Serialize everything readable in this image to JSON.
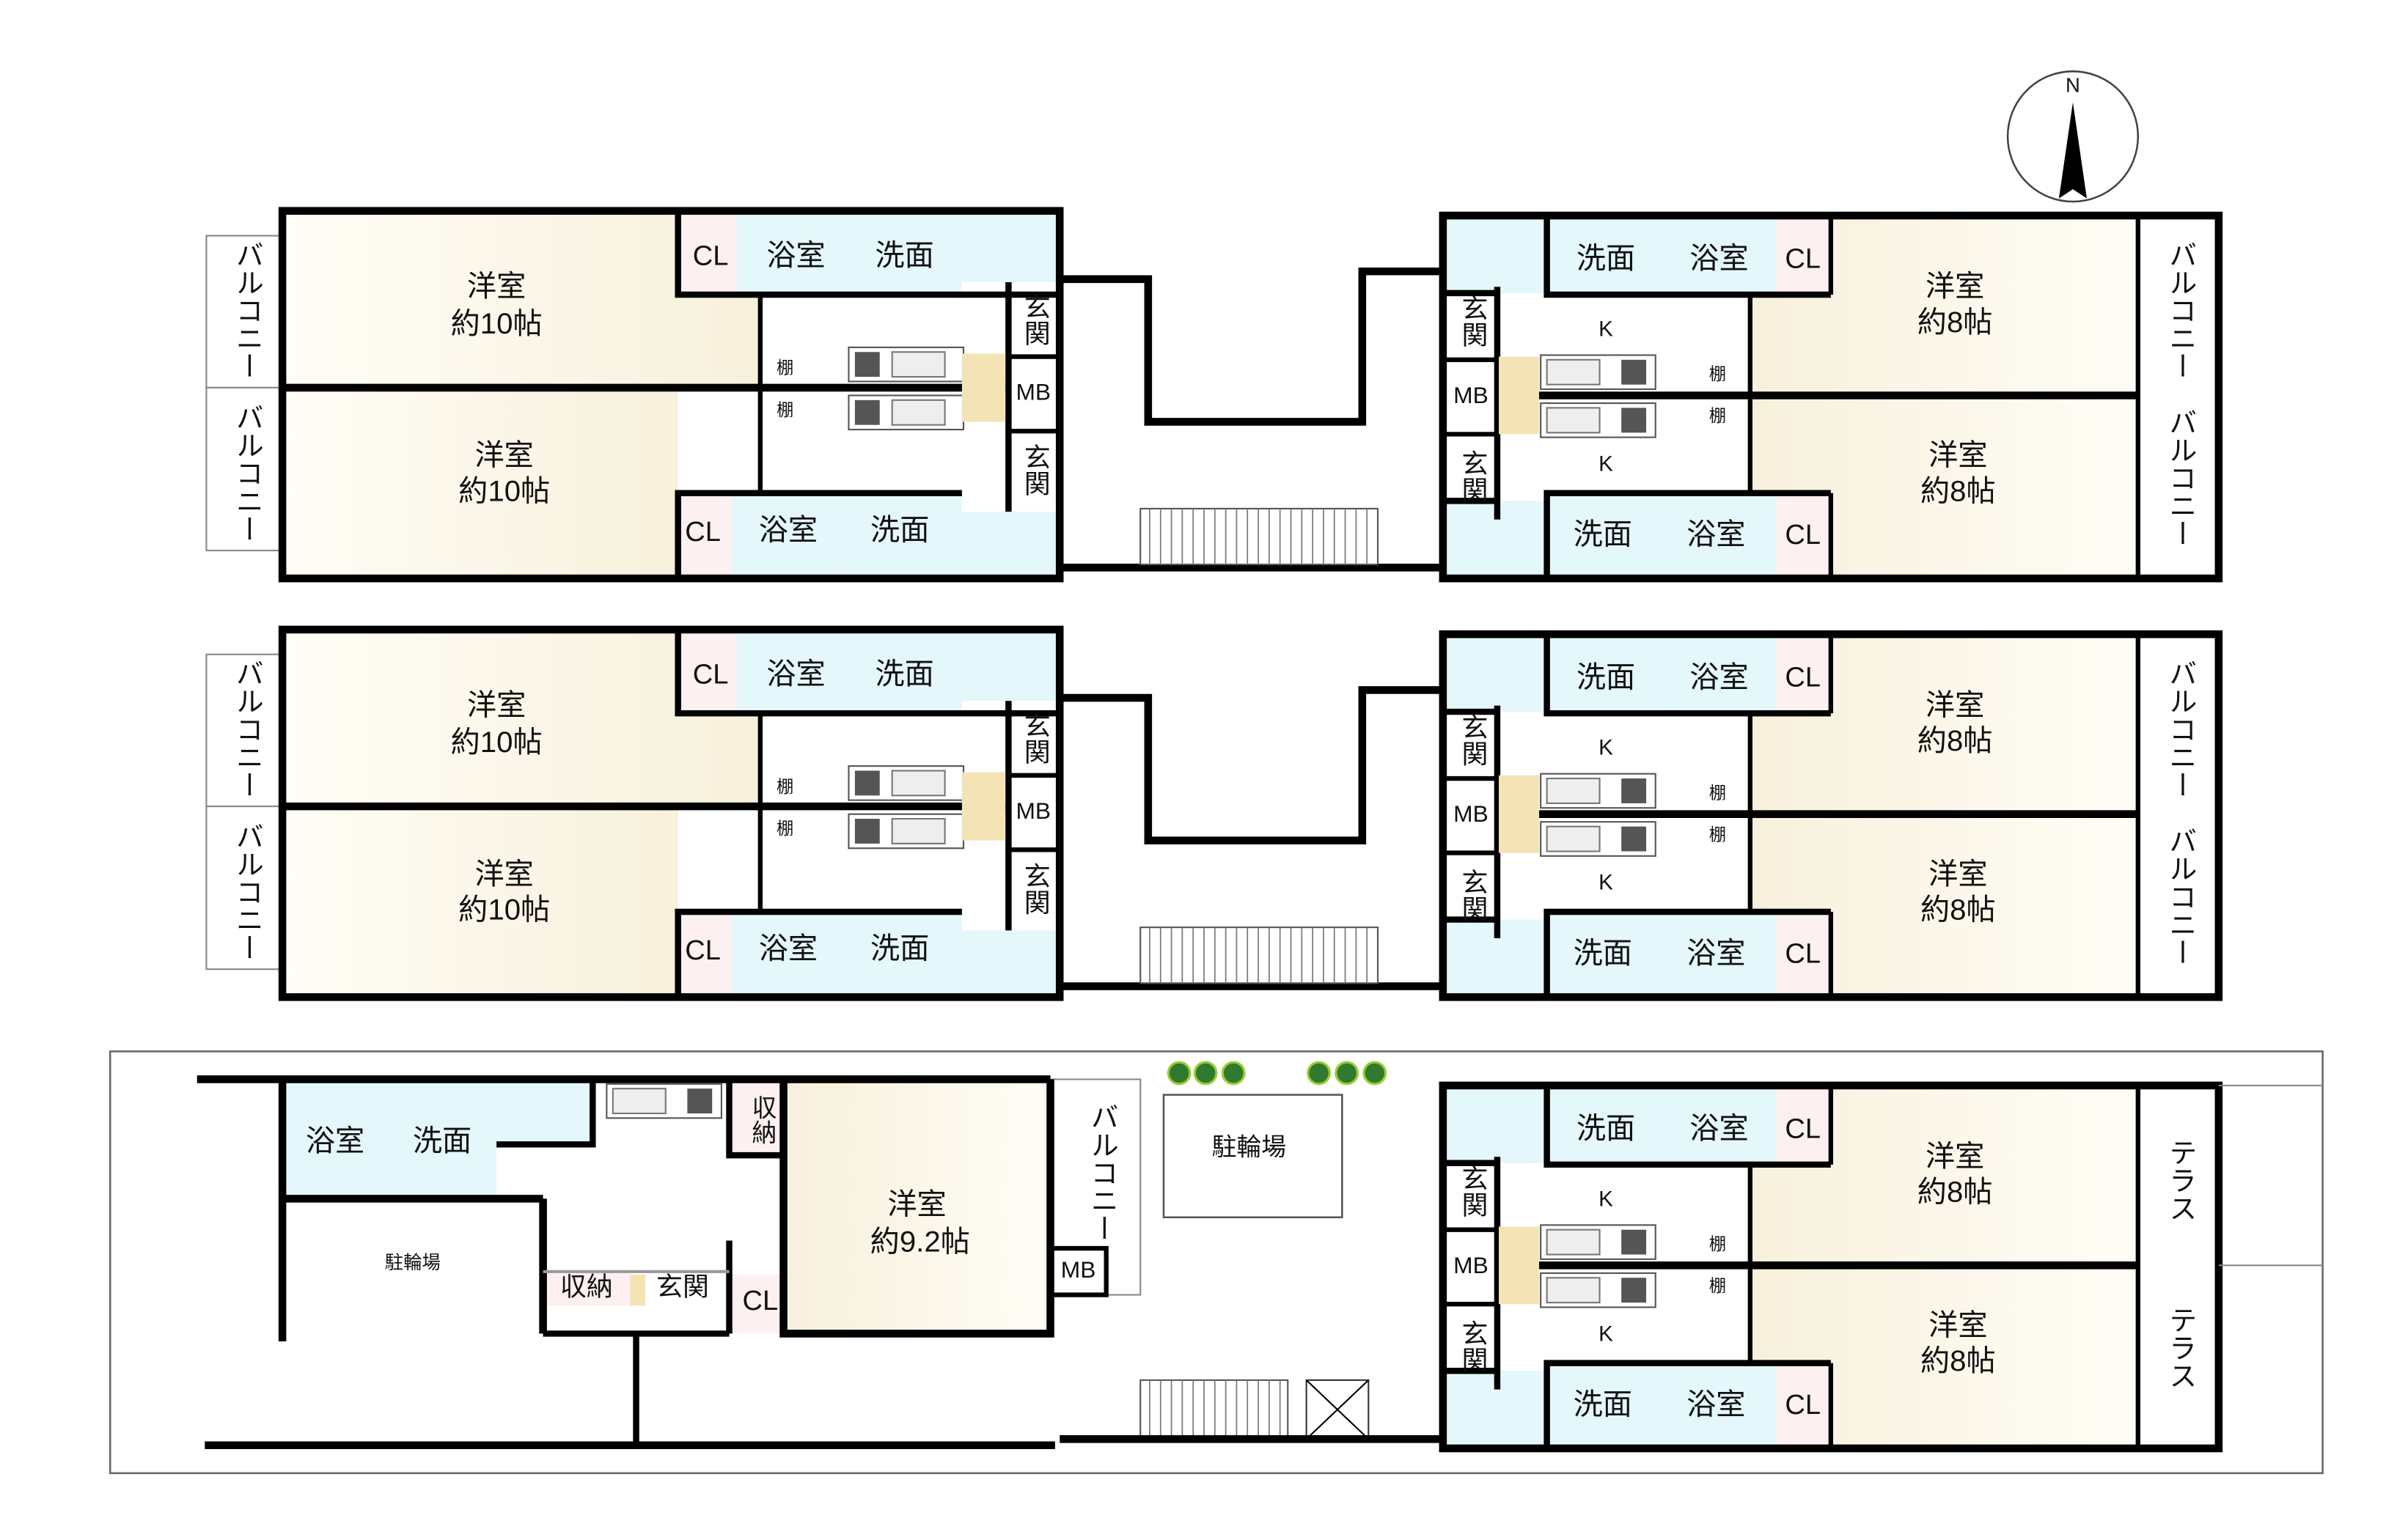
{
  "compass": {
    "north": "N"
  },
  "upper_floors": [
    {
      "left_units": [
        {
          "room": "洋室",
          "size": "約10帖",
          "balcony": "バルコニー",
          "closet": "CL",
          "bath": "浴室",
          "washroom": "洗面",
          "entrance": "玄関",
          "shelf": "棚"
        },
        {
          "room": "洋室",
          "size": "約10帖",
          "balcony": "バルコニー",
          "closet": "CL",
          "bath": "浴室",
          "washroom": "洗面",
          "entrance": "玄関",
          "shelf": "棚"
        }
      ],
      "left_meter_box": "MB",
      "right_units": [
        {
          "room": "洋室",
          "size": "約8帖",
          "balcony": "バルコニー",
          "closet": "CL",
          "bath": "浴室",
          "washroom": "洗面",
          "entrance": "玄関",
          "shelf": "棚",
          "kitchen": "K"
        },
        {
          "room": "洋室",
          "size": "約8帖",
          "balcony": "バルコニー",
          "closet": "CL",
          "bath": "浴室",
          "washroom": "洗面",
          "entrance": "玄関",
          "shelf": "棚",
          "kitchen": "K"
        }
      ],
      "right_meter_box": "MB"
    },
    {
      "left_units": [
        {
          "room": "洋室",
          "size": "約10帖",
          "balcony": "バルコニー",
          "closet": "CL",
          "bath": "浴室",
          "washroom": "洗面",
          "entrance": "玄関",
          "shelf": "棚"
        },
        {
          "room": "洋室",
          "size": "約10帖",
          "balcony": "バルコニー",
          "closet": "CL",
          "bath": "浴室",
          "washroom": "洗面",
          "entrance": "玄関",
          "shelf": "棚"
        }
      ],
      "left_meter_box": "MB",
      "right_units": [
        {
          "room": "洋室",
          "size": "約8帖",
          "balcony": "バルコニー",
          "closet": "CL",
          "bath": "浴室",
          "washroom": "洗面",
          "entrance": "玄関",
          "shelf": "棚",
          "kitchen": "K"
        },
        {
          "room": "洋室",
          "size": "約8帖",
          "balcony": "バルコニー",
          "closet": "CL",
          "bath": "浴室",
          "washroom": "洗面",
          "entrance": "玄関",
          "shelf": "棚",
          "kitchen": "K"
        }
      ],
      "right_meter_box": "MB"
    }
  ],
  "ground_floor": {
    "left_unit": {
      "bath": "浴室",
      "washroom": "洗面",
      "storage_kitchen": "収納",
      "room": "洋室",
      "size": "約9.2帖",
      "balcony": "バルコニー",
      "meter_box": "MB",
      "storage_entry": "収納",
      "entrance": "玄関",
      "closet": "CL"
    },
    "bicycle_parking_left": "駐輪場",
    "bicycle_parking_center": "駐輪場",
    "right_units": [
      {
        "room": "洋室",
        "size": "約8帖",
        "terrace": "テラス",
        "closet": "CL",
        "bath": "浴室",
        "washroom": "洗面",
        "entrance": "玄関",
        "shelf": "棚",
        "kitchen": "K"
      },
      {
        "room": "洋室",
        "size": "約8帖",
        "terrace": "テラス",
        "closet": "CL",
        "bath": "浴室",
        "washroom": "洗面",
        "entrance": "玄関",
        "shelf": "棚",
        "kitchen": "K"
      }
    ],
    "right_meter_box": "MB"
  }
}
